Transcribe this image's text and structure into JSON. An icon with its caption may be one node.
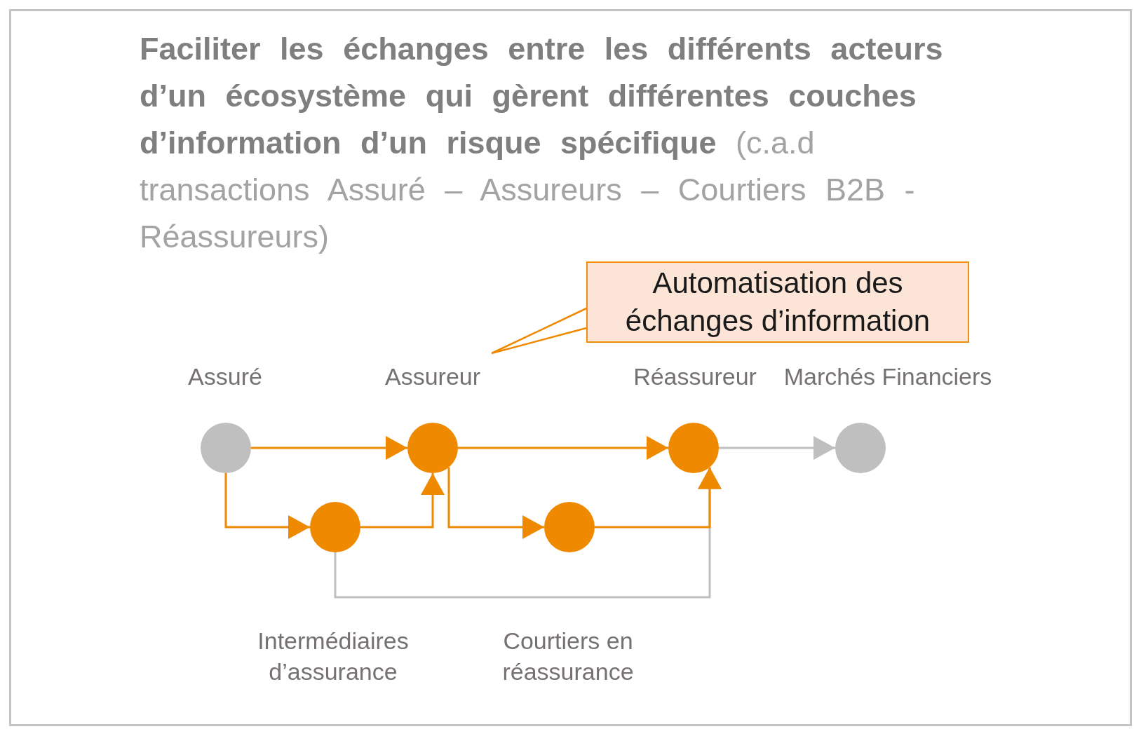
{
  "diagram": {
    "title": "**Faciliter les échanges entre les différents acteurs d’un écosystème qui gèrent différentes couches d’information d’un risque spécifique** (c.a.d transactions Assuré – Assureurs – Courtiers B2B - Réassureurs)",
    "nodes": [
      {
        "text": [
          "Automatisation des échanges d’information"
        ]
      },
      {
        "text": [],
        "shape": "circle",
        "beside": [
          "Assuré"
        ]
      },
      {
        "text": [],
        "shape": "circle",
        "beside": [
          "Assureur"
        ]
      },
      {
        "text": [],
        "shape": "circle",
        "beside": [
          "Réassureur"
        ]
      },
      {
        "text": [],
        "shape": "circle",
        "beside": [
          "Marchés Financiers"
        ]
      },
      {
        "text": [],
        "shape": "circle",
        "beside": [
          "Intermédiaires d’assurance"
        ]
      },
      {
        "text": [],
        "shape": "circle",
        "beside": [
          "Courtiers en réassurance"
        ]
      }
    ],
    "edges": [
      {
        "from": 1,
        "to": 2,
        "arrow": "to"
      },
      {
        "from": 1,
        "to": 5,
        "arrow": "to"
      },
      {
        "from": 5,
        "to": 2,
        "arrow": "to"
      },
      {
        "from": 2,
        "to": 3,
        "arrow": "to"
      },
      {
        "from": 2,
        "to": 6,
        "arrow": "to"
      },
      {
        "from": 6,
        "to": 3,
        "arrow": "to"
      },
      {
        "from": 3,
        "to": 4,
        "arrow": "to",
        "color": "#bfbfbf"
      },
      {
        "from": 5,
        "to": 3,
        "arrow": "to",
        "color": "#bfbfbf"
      },
      {
        "from": 0,
        "to": null,
        "arrow": "none"
      }
    ]
  }
}
